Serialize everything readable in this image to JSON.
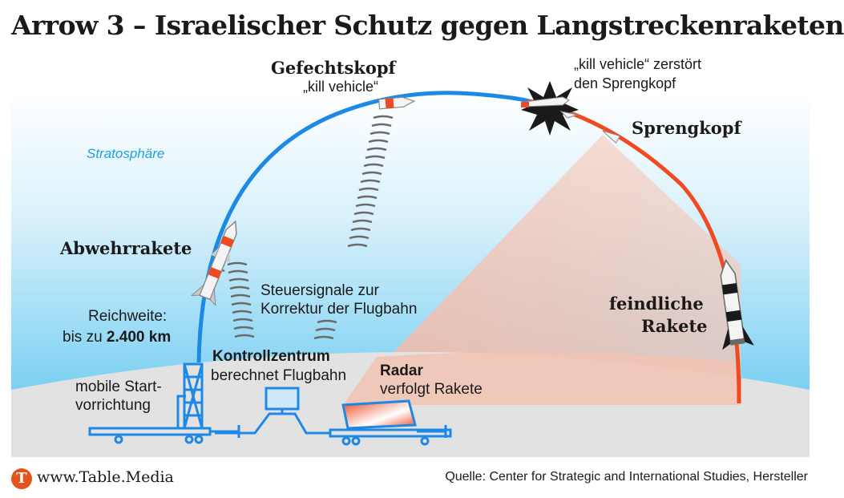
{
  "title": "Arrow 3 – Israelischer Schutz gegen Langstreckenraketen",
  "labels": {
    "stratosphere": "Stratosphäre",
    "warhead_title": "Gefechtskopf",
    "warhead_sub": "„kill vehicle“",
    "kill_line1": "„kill vehicle“ zerstört",
    "kill_line2": "den Sprengkopf",
    "sprengkopf": "Sprengkopf",
    "interceptor": "Abwehrrakete",
    "range_line1": "Reichweite:",
    "range_prefix": "bis zu",
    "range_value": "2.400 km",
    "signals_line1": "Steuersignale zur",
    "signals_line2": "Korrektur der Flugbahn",
    "enemy_line1": "feindliche",
    "enemy_line2": "Rakete",
    "control_title": "Kontrollzentrum",
    "control_sub": "berechnet Flugbahn",
    "radar_title": "Radar",
    "radar_sub": "verfolgt Rakete",
    "launcher_line1": "mobile Start-",
    "launcher_line2": "vorrichtung"
  },
  "footer": {
    "logo_letter": "T",
    "site": "www.Table.Media",
    "source": "Quelle: Center for Strategic and International Studies, Hersteller"
  },
  "colors": {
    "interceptor_path": "#1e88e5",
    "enemy_path": "#f04a23",
    "radar_cone": "#f2b8a6",
    "sky_top": "#ffffff",
    "sky_bottom": "#56c3ee",
    "ground": "#e0e0e0",
    "equipment": "#1e88e5",
    "stratosphere_text": "#1ea0e0"
  },
  "icons": [
    "interceptor-rocket-icon",
    "kill-vehicle-icon",
    "explosion-icon",
    "warhead-icon",
    "enemy-rocket-icon",
    "launcher-icon",
    "control-center-icon",
    "radar-icon",
    "signal-waves-icon",
    "table-media-logo-icon"
  ]
}
